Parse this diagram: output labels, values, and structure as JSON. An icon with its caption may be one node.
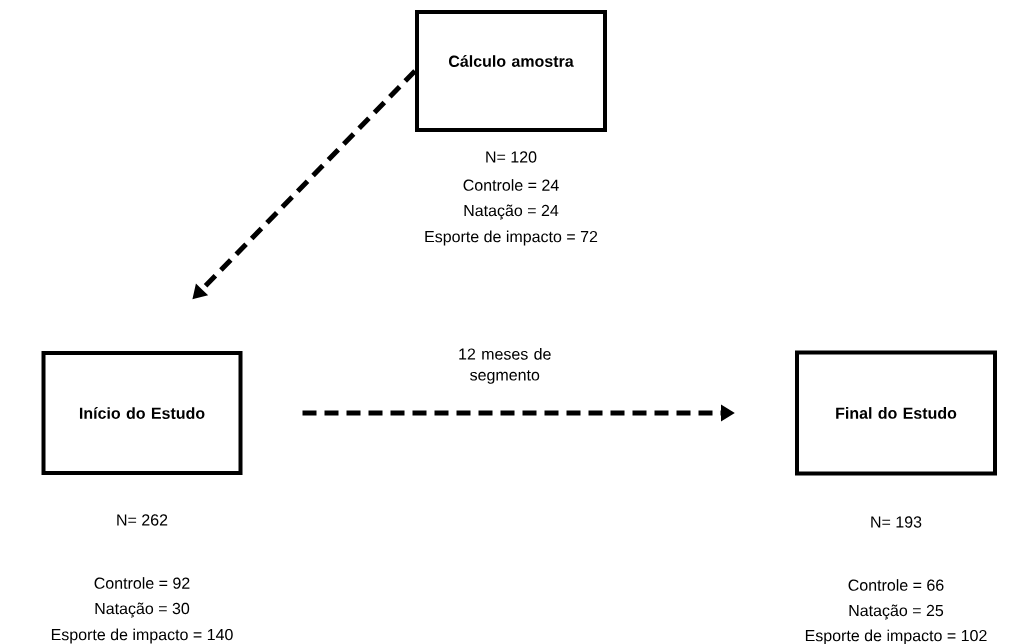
{
  "diagram": {
    "nodes": [
      {
        "text": [
          "Cálculo amostra"
        ],
        "beside": [
          "N= 120",
          "Controle = 24",
          "Natação =  24",
          "Esporte de impacto = 72"
        ]
      },
      {
        "text": [
          "Início do Estudo"
        ],
        "beside": [
          "N= 262",
          "Controle = 92",
          "Natação =  30",
          "Esporte de impacto = 140"
        ]
      },
      {
        "text": [
          "Final do Estudo"
        ],
        "beside": [
          "N= 193",
          "Controle = 66",
          "Natação =  25",
          "Esporte de impacto = 102"
        ]
      }
    ],
    "edges": [
      {
        "from": 0,
        "to": 1,
        "arrow": "to",
        "style": "dashed"
      },
      {
        "from": 1,
        "to": 2,
        "arrow": "to",
        "style": "dashed",
        "label": "12 meses de segmento"
      }
    ]
  }
}
